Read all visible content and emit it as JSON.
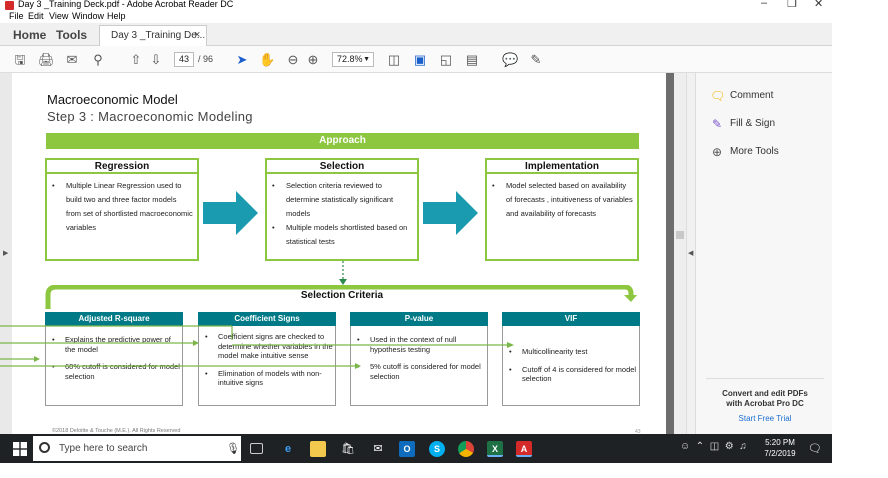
{
  "window": {
    "title": "Day 3 _Training Deck.pdf - Adobe Acrobat Reader DC",
    "menu": [
      "File",
      "Edit",
      "View",
      "Window",
      "Help"
    ]
  },
  "tabs": {
    "home": "Home",
    "tools": "Tools",
    "document": "Day 3 _Training De...",
    "close_glyph": "×"
  },
  "toolbar": {
    "page_current": "43",
    "page_total": "/ 96",
    "zoom": "72.8%"
  },
  "right_pane": {
    "comment": "Comment",
    "fill_sign": "Fill & Sign",
    "more_tools": "More Tools",
    "promo_line1": "Convert and edit PDFs",
    "promo_line2": "with Acrobat Pro DC",
    "trial": "Start Free Trial"
  },
  "slide": {
    "title": "Macroeconomic Model",
    "subtitle": "Step 3 : Macroeconomic Modeling",
    "approach": "Approach",
    "boxes": [
      {
        "header": "Regression",
        "bullets": [
          "Multiple Linear Regression used to build two and three factor models from set of shortlisted macroeconomic variables"
        ]
      },
      {
        "header": "Selection",
        "bullets": [
          "Selection criteria reviewed to determine statistically significant models",
          "Multiple models shortlisted based on statistical tests"
        ]
      },
      {
        "header": "Implementation",
        "bullets": [
          "Model selected based on availability of forecasts , intuitiveness of variables and availability of forecasts"
        ]
      }
    ],
    "selection_criteria": "Selection Criteria",
    "criteria": [
      {
        "header": "Adjusted R-square",
        "bullets": [
          "Explains the predictive power of the model",
          "60% cutoff is considered for model selection"
        ]
      },
      {
        "header": "Coefficient Signs",
        "bullets": [
          "Coefficient signs are checked to determine whether variables in the model make intuitive sense",
          "Elimination of models with non-intuitive signs"
        ]
      },
      {
        "header": "P-value",
        "bullets": [
          "Used in the context of null hypothesis testing",
          "5% cutoff is considered for model selection"
        ]
      },
      {
        "header": "VIF",
        "bullets": [
          "Multicollinearity test",
          "Cutoff of 4 is considered for model selection"
        ]
      }
    ],
    "copyright": "©2018 Deloitte & Touche (M.E.). All Rights Reserved",
    "page_number": "43"
  },
  "taskbar": {
    "search_placeholder": "Type here to search",
    "time": "5:20 PM",
    "date": "7/2/2019"
  },
  "colors": {
    "green": "#8dc63f",
    "teal": "#007a87",
    "arrow": "#1a9bb0",
    "taskbar": "#1f2225"
  }
}
